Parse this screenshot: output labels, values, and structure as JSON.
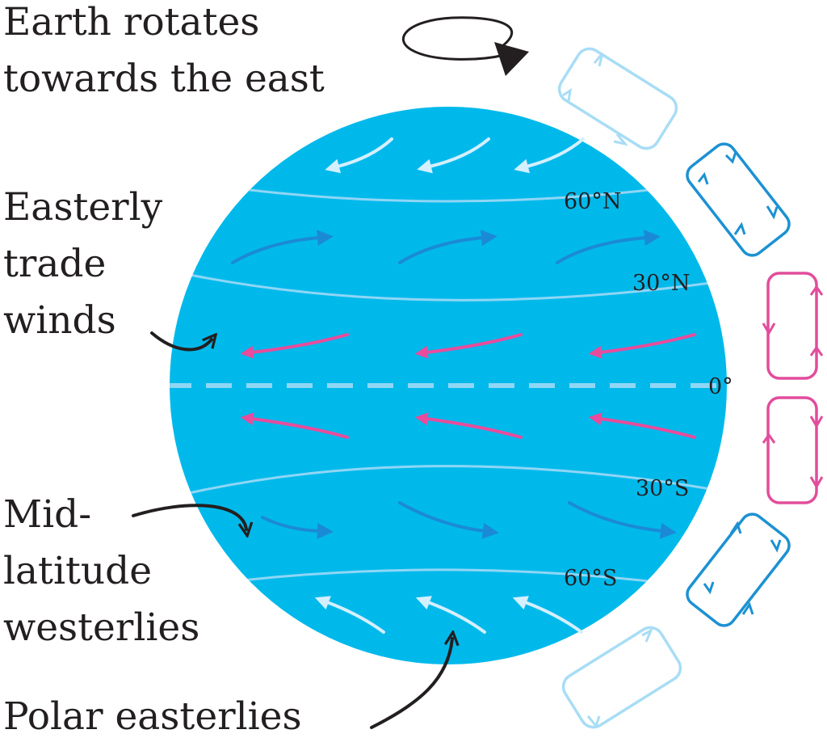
{
  "labels": {
    "rotation_line1": "Earth rotates",
    "rotation_line2": "towards the east",
    "trade_line1": "Easterly",
    "trade_line2": "trade",
    "trade_line3": "winds",
    "mid_line1": "Mid-",
    "mid_line2": "latitude",
    "mid_line3": "westerlies",
    "polar": "Polar easterlies"
  },
  "latitudes": {
    "n60": "60°N",
    "n30": "30°N",
    "equator": "0°",
    "s30": "30°S",
    "s60": "60°S"
  },
  "colors": {
    "ocean": "#00b9eb",
    "polar_cell": "#a8ddf5",
    "ferrel_cell": "#1c91d3",
    "hadley_cell": "#e24d9c",
    "westerly_arrow": "#1b8ad6",
    "trade_arrow": "#e84c9c",
    "polar_arrow": "#d4efff",
    "latitude_line": "#8fd6f5",
    "text": "#231f20"
  }
}
